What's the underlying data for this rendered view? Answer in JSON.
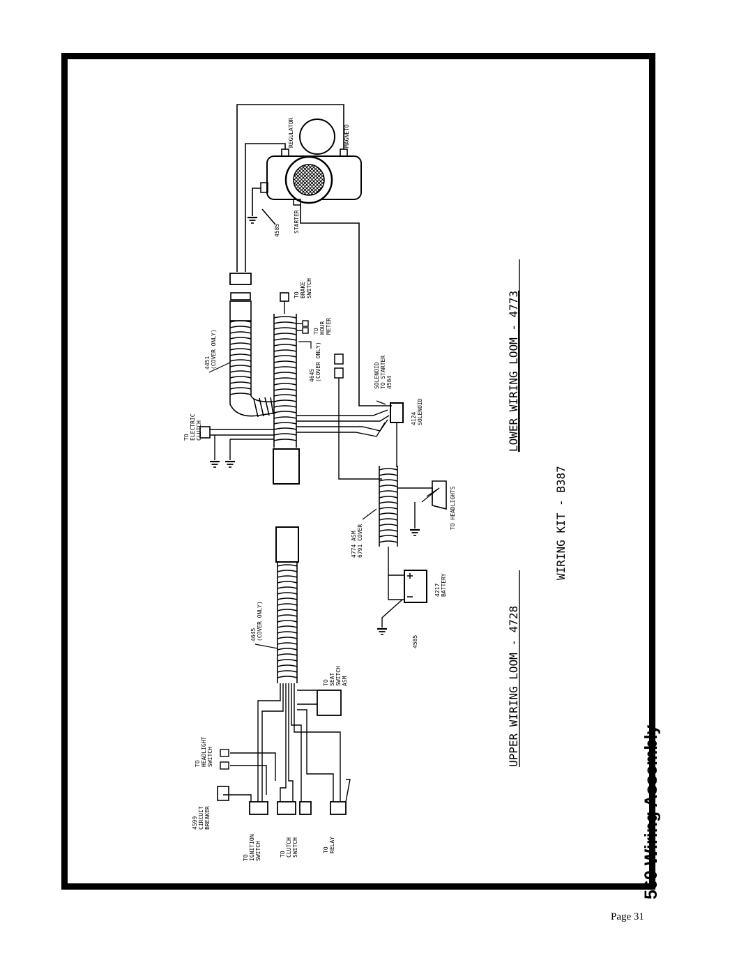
{
  "title": "560 Wiring Assembly",
  "page_label": "Page 31",
  "kit_title": "WIRING KIT - B387",
  "loom_titles": {
    "upper": "UPPER WIRING LOOM - 4728",
    "lower": "LOWER WIRING LOOM - 4773"
  },
  "labels": {
    "regulator": "REGULATOR",
    "magneto": "MAGNETO",
    "starter": "STARTER",
    "ground_4585_a": "4585",
    "ground_4585_b": "4585",
    "brake_switch": [
      "TO",
      "BRAKE",
      "SWITCH"
    ],
    "hour_meter": [
      "TO",
      "HOUR",
      "METER"
    ],
    "cover_4451": [
      "4451",
      "(COVER ONLY)"
    ],
    "cover_4645_a": [
      "4645",
      "(COVER ONLY)"
    ],
    "cover_4645_b": [
      "4645",
      "(COVER ONLY)"
    ],
    "solenoid_starter": [
      "SOLENOID",
      "TO STARTER",
      "4584"
    ],
    "solenoid": [
      "4124",
      "SOLENOID"
    ],
    "electric_clutch": [
      "TO",
      "ELECTRIC",
      "CLUTCH"
    ],
    "headlights": "TO HEADLIGHTS",
    "cover_4774": [
      "4774 ASM",
      "6791 COVER"
    ],
    "battery": [
      "4217",
      "BATTERY"
    ],
    "seat_switch": [
      "TO",
      "SEAT",
      "SWITCH",
      "ASM"
    ],
    "headlight_switch": [
      "TO",
      "HEADLIGHT",
      "SWITCH"
    ],
    "circuit_breaker": [
      "4599",
      "CIRCUIT",
      "BREAKER"
    ],
    "ignition_switch": [
      "TO",
      "IGNITION",
      "SWITCH"
    ],
    "clutch_switch": [
      "TO",
      "CLUTCH",
      "SWITCH"
    ],
    "relay": [
      "TO",
      "RELAY"
    ]
  }
}
